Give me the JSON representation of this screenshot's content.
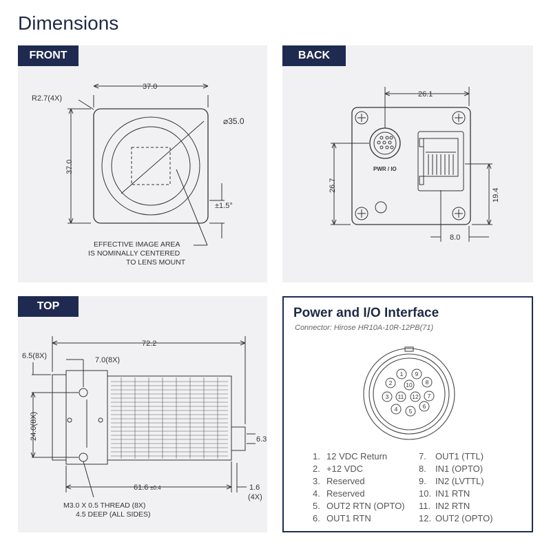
{
  "title": "Dimensions",
  "front": {
    "tag": "FRONT",
    "dims": {
      "width": "37.0",
      "height": "37.0",
      "radius": "R2.7(4X)",
      "diameter": "⌀35.0",
      "tilt": "±1.5°"
    },
    "note": [
      "EFFECTIVE IMAGE AREA",
      "IS NOMINALLY CENTERED",
      "TO LENS MOUNT"
    ]
  },
  "back": {
    "tag": "BACK",
    "dims": {
      "top": "26.1",
      "left": "26.7",
      "right": "19.4",
      "bottom": "8.0"
    },
    "connector_label": "PWR / IO"
  },
  "top": {
    "tag": "TOP",
    "dims": {
      "length": "72.2",
      "six_five": "6.5(8X)",
      "seven": "7.0(8X)",
      "twenty_four": "24.0(8X)",
      "six_three": "6.3",
      "sixty_one": "61.6",
      "sixty_one_tol": "±0.4",
      "one_six": "1.6",
      "one_six_count": "(4X)"
    },
    "note": [
      "M3.0 X 0.5 THREAD (8X)",
      "4.5 DEEP (ALL SIDES)"
    ]
  },
  "power_io": {
    "title": "Power and I/O Interface",
    "connector": "Connector: Hirose HR10A-10R-12PB(71)",
    "pin_numbers": [
      "1",
      "2",
      "3",
      "4",
      "5",
      "6",
      "7",
      "8",
      "9",
      "10",
      "11",
      "12"
    ],
    "pins_left": [
      {
        "num": "1.",
        "label": "12 VDC Return"
      },
      {
        "num": "2.",
        "label": "+12 VDC"
      },
      {
        "num": "3.",
        "label": "Reserved"
      },
      {
        "num": "4.",
        "label": "Reserved"
      },
      {
        "num": "5.",
        "label": "OUT2 RTN (OPTO)"
      },
      {
        "num": "6.",
        "label": "OUT1 RTN"
      }
    ],
    "pins_right": [
      {
        "num": "7.",
        "label": "OUT1 (TTL)"
      },
      {
        "num": "8.",
        "label": "IN1 (OPTO)"
      },
      {
        "num": "9.",
        "label": "IN2 (LVTTL)"
      },
      {
        "num": "10.",
        "label": "IN1 RTN"
      },
      {
        "num": "11.",
        "label": "IN2 RTN"
      },
      {
        "num": "12.",
        "label": "OUT2 (OPTO)"
      }
    ]
  },
  "colors": {
    "accent": "#1f2a50",
    "panel": "#f1f1f3",
    "line": "#333333"
  }
}
